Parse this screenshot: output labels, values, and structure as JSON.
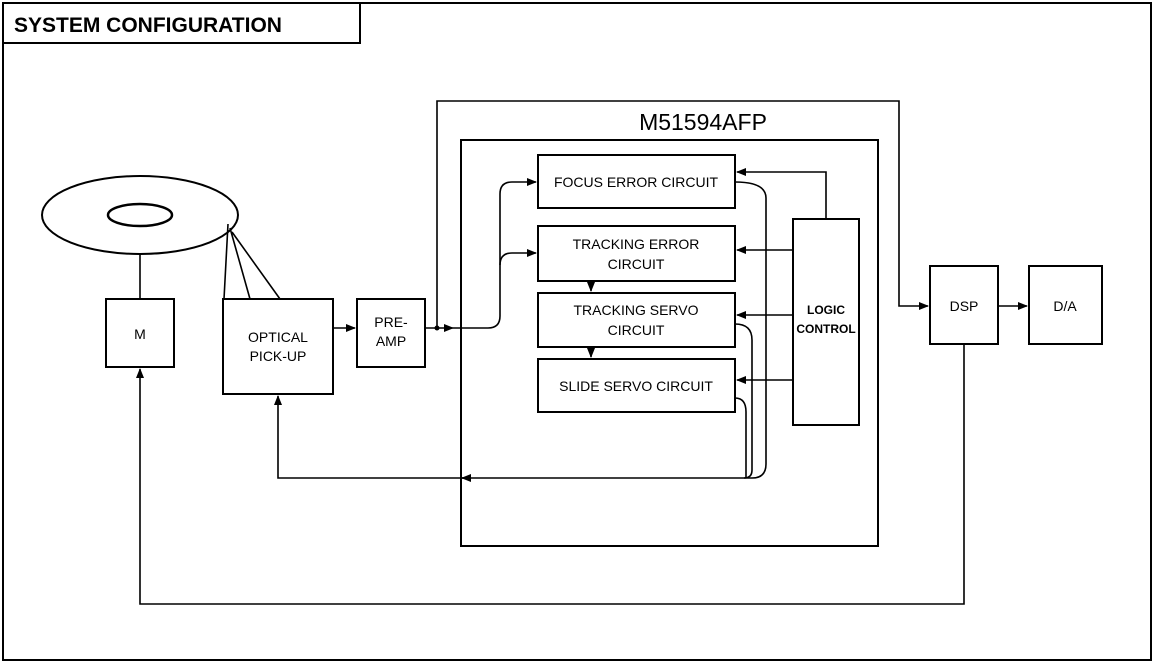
{
  "header": {
    "title": "SYSTEM CONFIGURATION"
  },
  "chip": {
    "name": "M51594AFP"
  },
  "blocks": {
    "motor": "M",
    "optical_line1": "OPTICAL",
    "optical_line2": "PICK-UP",
    "preamp_line1": "PRE-",
    "preamp_line2": "AMP",
    "focus": "FOCUS  ERROR  CIRCUIT",
    "tracking_error_line1": "TRACKING  ERROR",
    "tracking_error_line2": "CIRCUIT",
    "tracking_servo_line1": "TRACKING  SERVO",
    "tracking_servo_line2": "CIRCUIT",
    "slide": "SLIDE  SERVO  CIRCUIT",
    "logic_line1": "LOGIC",
    "logic_line2": "CONTROL",
    "dsp": "DSP",
    "da": "D/A"
  },
  "icons": {
    "disc": "disc-icon"
  }
}
